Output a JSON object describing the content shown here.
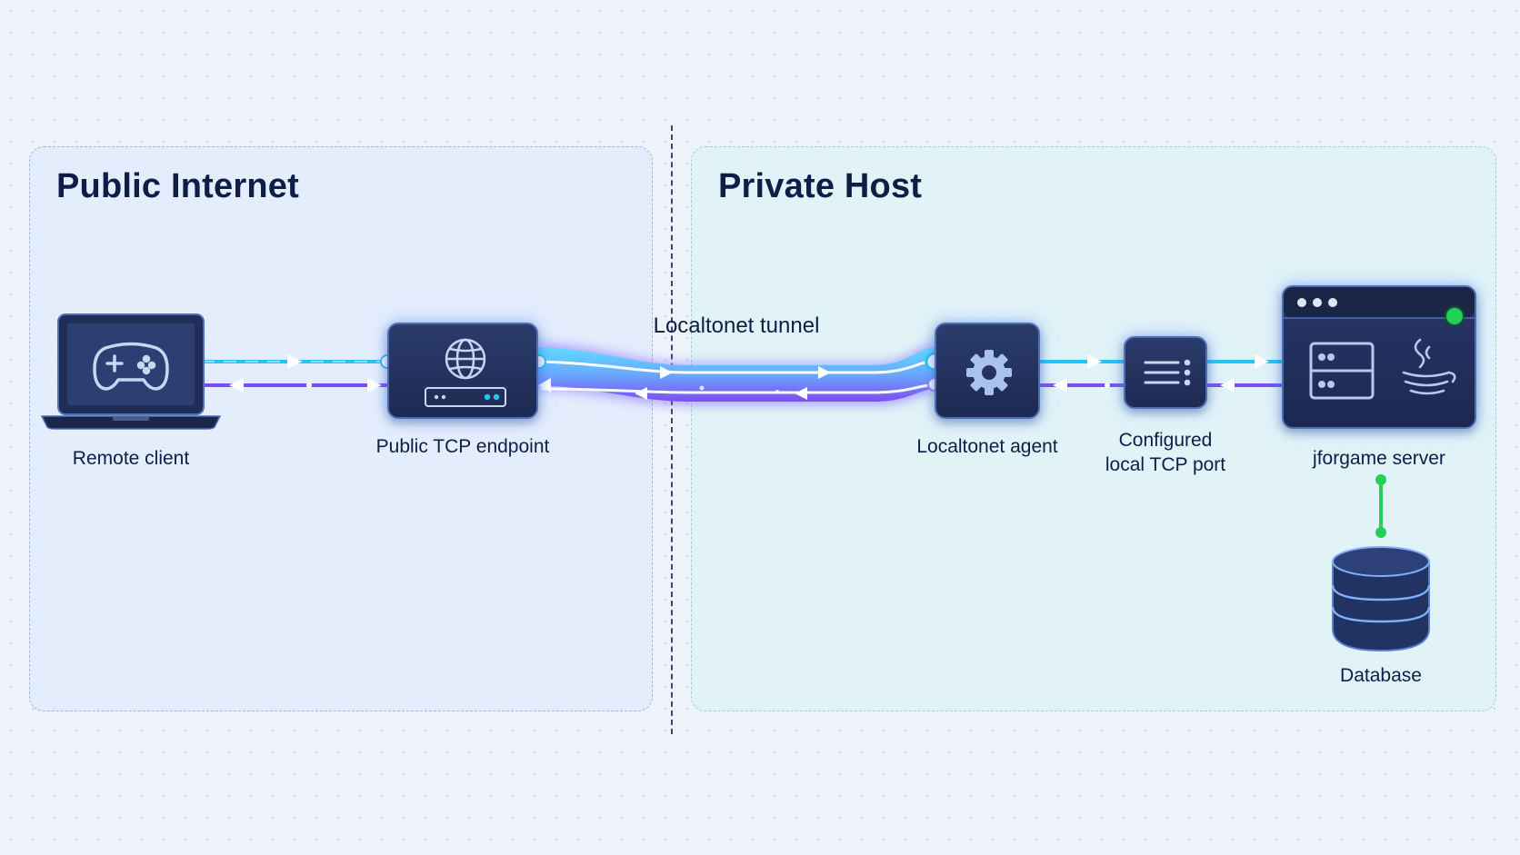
{
  "zones": {
    "public": {
      "title": "Public Internet"
    },
    "private": {
      "title": "Private Host"
    }
  },
  "tunnel": {
    "label": "Localtonet tunnel"
  },
  "nodes": {
    "remote_client": {
      "label": "Remote client",
      "icon": "gamepad-icon"
    },
    "public_endpoint": {
      "label": "Public TCP endpoint",
      "icon": "globe-icon"
    },
    "agent": {
      "label": "Localtonet agent",
      "icon": "gear-icon"
    },
    "local_port": {
      "label_line1": "Configured",
      "label_line2": "local TCP port",
      "icon": "list-icon"
    },
    "server": {
      "label": "jforgame server",
      "icon": "java-icon"
    },
    "database": {
      "label": "Database",
      "icon": "database-icon"
    }
  },
  "colors": {
    "request_flow": "#22c6ee",
    "response_flow": "#7c4ef0",
    "status_ok": "#22d05a",
    "box_fill": "#24335f",
    "text": "#0f1e46"
  }
}
